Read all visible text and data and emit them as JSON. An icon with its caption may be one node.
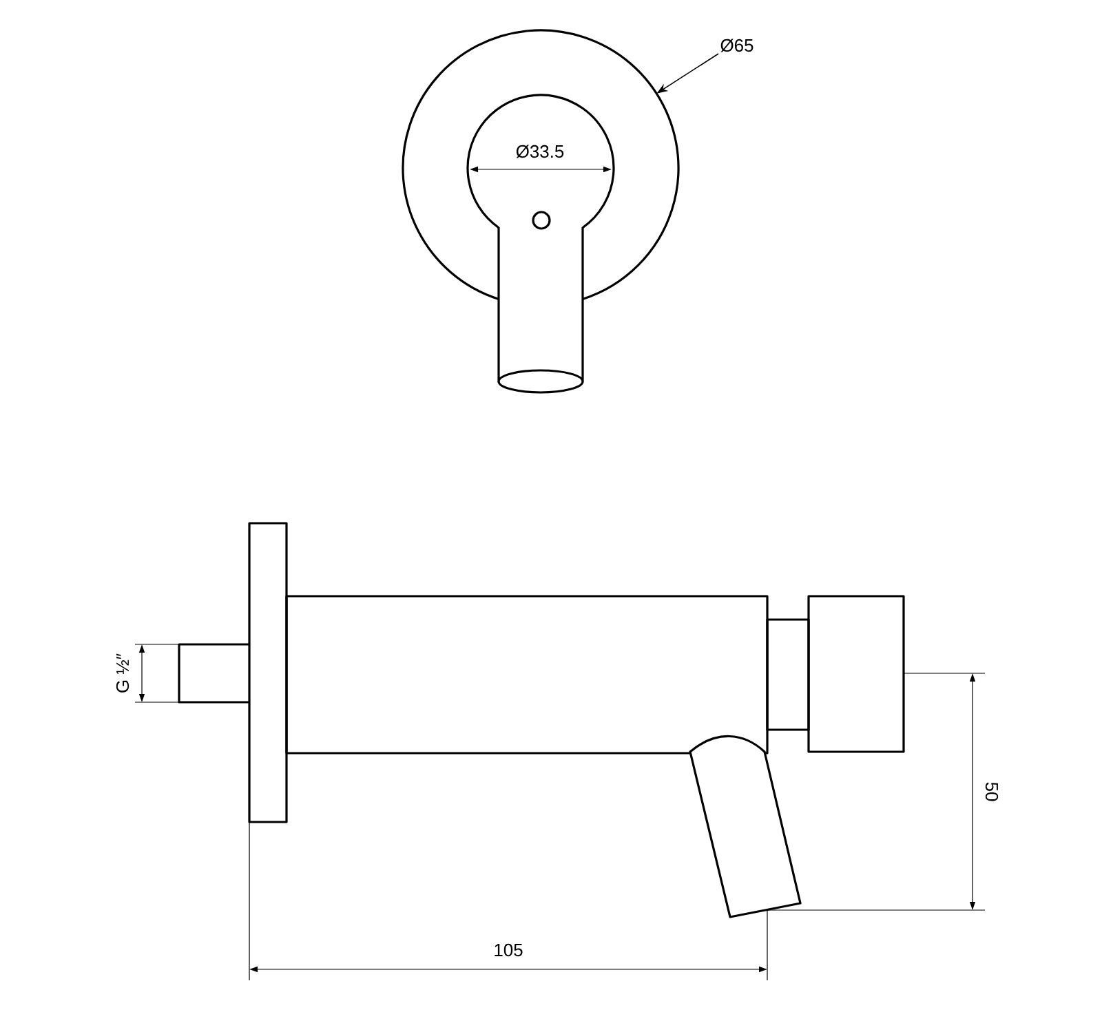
{
  "diagram": {
    "nodes": [
      {
        "text": [
          "Ø65"
        ]
      },
      {
        "text": [],
        "shape": "circle"
      }
    ],
    "edges": [
      {
        "from": 0,
        "to": 1,
        "arrow": "to"
      }
    ],
    "labels": [
      "Ø33.5",
      "G ½″",
      "50",
      "105"
    ]
  }
}
